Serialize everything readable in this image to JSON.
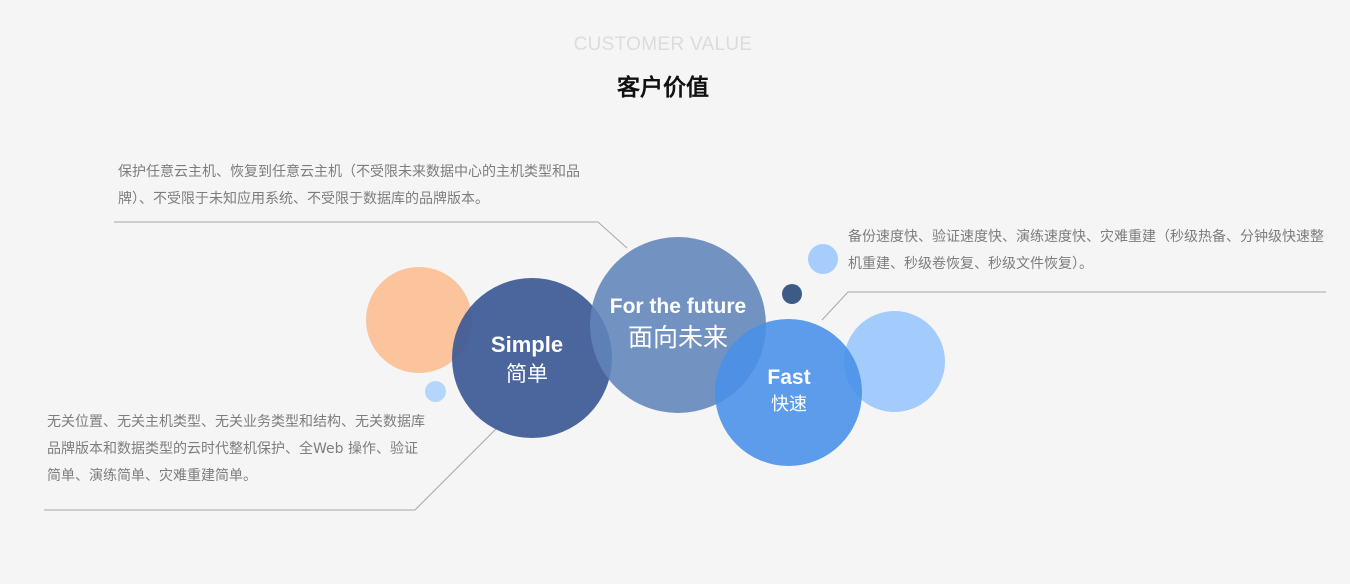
{
  "header": {
    "eyebrow": "CUSTOMER VALUE",
    "title": "客户价值"
  },
  "values": {
    "future": {
      "title_en": "For the future",
      "title_zh": "面向未来",
      "description": "保护任意云主机、恢复到任意云主机（不受限未来数据中心的主机类型和品牌）、不受限于未知应用系统、不受限于数据库的品牌版本。"
    },
    "fast": {
      "title_en": "Fast",
      "title_zh": "快速",
      "description": "备份速度快、验证速度快、演练速度快、灾难重建（秒级热备、分钟级快速整机重建、秒级卷恢复、秒级文件恢复）。"
    },
    "simple": {
      "title_en": "Simple",
      "title_zh": "简单",
      "description": "无关位置、无关主机类型、无关业务类型和结构、无关数据库品牌版本和数据类型的云时代整机保护、全Web 操作、验证简单、演练简单、灾难重建简单。"
    }
  },
  "colors": {
    "background": "#f5f5f6",
    "simple": "#3c5a96",
    "future": "#6084ba",
    "fast": "#4890e8",
    "orange_accent": "#ffb27a",
    "light_blue_accent": "#a3cbfb",
    "text_gray": "#7d7d7d"
  }
}
